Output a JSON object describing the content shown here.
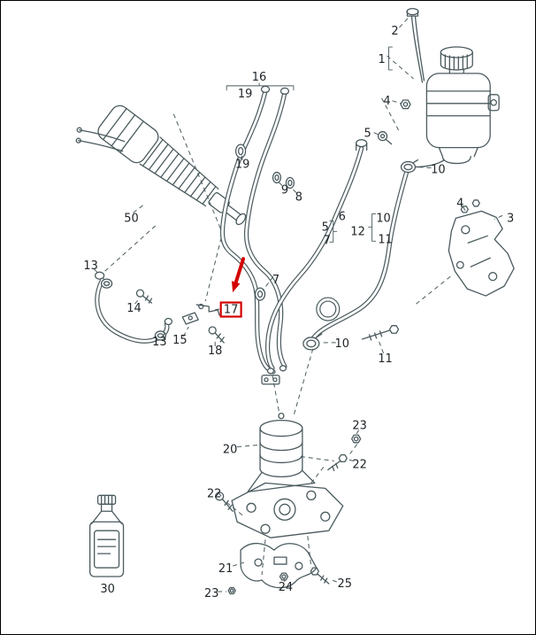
{
  "diagram": {
    "type": "exploded-parts-diagram",
    "highlight": {
      "text": "17"
    },
    "labels": {
      "dipstick_2": "2",
      "reservoir_assy_1": "1",
      "nut_4_reservoir": "4",
      "fitting_5_reservoir": "5",
      "clamp_10_reservoir": "10",
      "bracket_3": "3",
      "bolt_4_bracket": "4",
      "hose_group_16": "16",
      "hose_19_upper": "19",
      "ring_19_lower": "19",
      "fitting_9": "9",
      "fitting_8": "8",
      "hose_group_6": "6",
      "pipe_5_mid": "5",
      "pipe_7_mid": "7",
      "hose_group_12": "12",
      "pipe_10_mid": "10",
      "pipe_11_mid": "11",
      "steering_rack_50": "50",
      "clamp_13_upper": "13",
      "bolt_14": "14",
      "clamp_13_lower": "13",
      "bracket_15": "15",
      "bolt_18": "18",
      "ring_7_lower": "7",
      "clamp_10_lower": "10",
      "bolt_11_lower": "11",
      "pump_20": "20",
      "nut_23_right": "23",
      "bolt_22_right": "22",
      "bolt_22_left": "22",
      "bracket_21": "21",
      "nut_24": "24",
      "nut_23_bottom": "23",
      "bolt_25": "25",
      "bottle_30": "30"
    },
    "colors": {
      "line": "#4a5a5e",
      "text": "#20262a",
      "highlight": "#d40000",
      "background": "#ffffff"
    }
  }
}
